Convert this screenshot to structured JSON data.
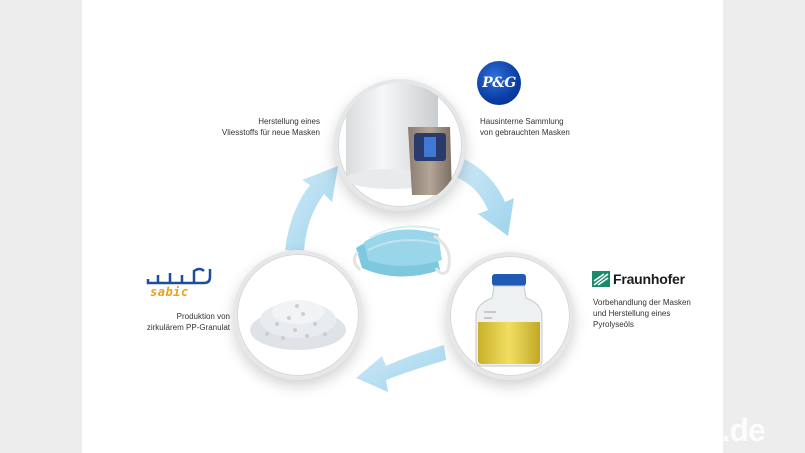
{
  "steps": {
    "top": {
      "line1": "Herstellung eines",
      "line2": "Vliesstoffs für neue Masken"
    },
    "pg": {
      "logo_text": "P&G",
      "line1": "Hausinterne Sammlung",
      "line2": "von gebrauchten Masken"
    },
    "fraunhofer": {
      "logo_text": "Fraunhofer",
      "line1": "Vorbehandlung der Masken",
      "line2": "und Herstellung eines",
      "line3": "Pyrolyseöls"
    },
    "sabic": {
      "logo_arabic": "سابك",
      "logo_latin": "sabic",
      "line1": "Produktion von",
      "line2": "zirkulärem PP-Granulat"
    }
  },
  "watermark": "Z.de",
  "colors": {
    "arrow": "#a9d8ee",
    "pg_blue": "#0a3ea6",
    "fraunhofer_green": "#1a8a6a",
    "sabic_blue": "#1b4e9b",
    "sabic_orange": "#e8a21a"
  },
  "icons": [
    "cycle-arrow-icon",
    "pg-logo",
    "fraunhofer-logo",
    "sabic-logo"
  ]
}
